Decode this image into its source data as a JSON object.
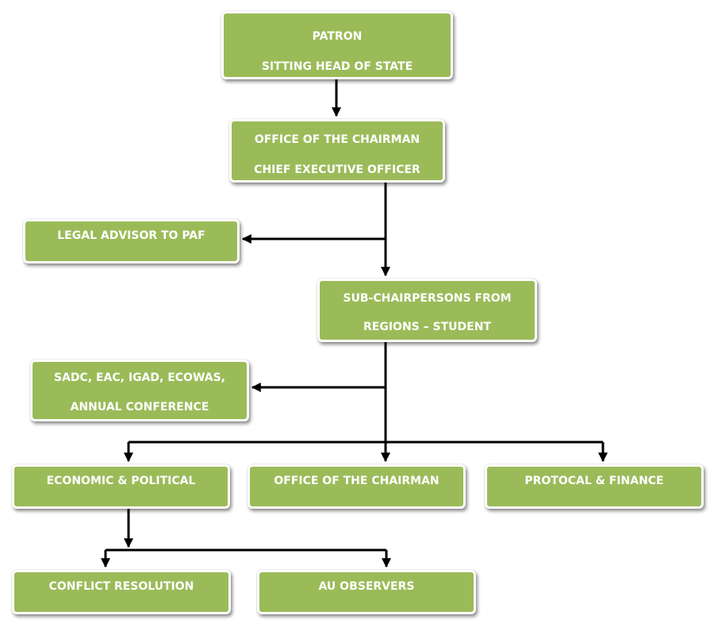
{
  "nodes": {
    "patron": {
      "lines": [
        "PATRON",
        "SITTING HEAD OF STATE"
      ]
    },
    "office_ceo": {
      "lines": [
        "OFFICE OF THE CHAIRMAN",
        "CHIEF EXECUTIVE OFFICER"
      ]
    },
    "legal": {
      "lines": [
        "LEGAL ADVISOR TO PAF"
      ]
    },
    "subchair": {
      "lines": [
        "SUB-CHAIRPERSONS FROM",
        "REGIONS – STUDENT"
      ]
    },
    "sadc": {
      "lines": [
        "SADC, EAC, IGAD, ECOWAS,",
        "ANNUAL CONFERENCE"
      ]
    },
    "economic": {
      "lines": [
        "ECONOMIC & POLITICAL"
      ]
    },
    "office_chair2": {
      "lines": [
        "OFFICE OF THE CHAIRMAN"
      ]
    },
    "protocal": {
      "lines": [
        "PROTOCAL & FINANCE"
      ]
    },
    "conflict": {
      "lines": [
        "CONFLICT RESOLUTION"
      ]
    },
    "au": {
      "lines": [
        "AU OBSERVERS"
      ]
    }
  },
  "colors": {
    "box_fill": "#9bbb59",
    "box_text": "#ffffff",
    "connector": "#000000"
  }
}
